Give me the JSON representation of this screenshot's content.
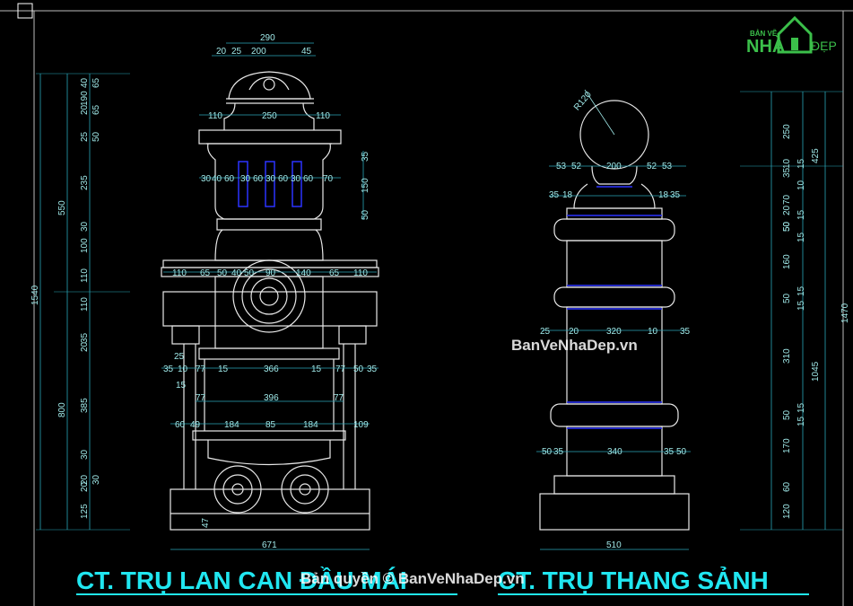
{
  "drawing": {
    "left_title": "CT. TRỤ LAN CAN ĐẦU MÁI",
    "right_title": "CT. TRỤ THANG SẢNH",
    "watermark_center": "BanVeNhaDep.vn",
    "watermark_bottom": "Bản quyền © BanVeNhaDep.vn",
    "logo_top": "BẢN VẼ",
    "logo_nhi": "NHÀ",
    "logo_dep": "ĐẸP"
  },
  "left_post": {
    "top_dims": [
      "290",
      "20",
      "25",
      "200",
      "45"
    ],
    "row_110_250": [
      "110",
      "250",
      "110"
    ],
    "row_30_60": [
      "30",
      "40",
      "60",
      "30",
      "60",
      "30",
      "60",
      "30",
      "60",
      "70"
    ],
    "row_mid": [
      "110",
      "65",
      "50",
      "40",
      "50",
      "90",
      "140",
      "65",
      "110"
    ],
    "row_lower": [
      "35",
      "10",
      "77",
      "15",
      "366",
      "15",
      "77",
      "50",
      "35"
    ],
    "row_25": [
      "25",
      "15"
    ],
    "row_396": [
      "77",
      "396",
      "77"
    ],
    "row_base": [
      "60",
      "49",
      "184",
      "85",
      "184",
      "109"
    ],
    "dim_47": "47",
    "bottom_total": "671",
    "right_dims": [
      "35",
      "150",
      "50"
    ],
    "left_total": "1540",
    "left_groups": [
      "550",
      "800"
    ],
    "left_inner": [
      "190",
      "40",
      "65",
      "20",
      "65",
      "25",
      "50",
      "235",
      "30",
      "100",
      "110",
      "110",
      "35",
      "20",
      "385",
      "30",
      "20",
      "30",
      "20",
      "125"
    ]
  },
  "right_post": {
    "radius": "R120",
    "top_row": [
      "53",
      "52",
      "200",
      "52",
      "53"
    ],
    "row_35_18": [
      "35",
      "18",
      "18",
      "35"
    ],
    "mid_row": [
      "25",
      "20",
      "320",
      "10",
      "35"
    ],
    "base_row": [
      "50",
      "35",
      "340",
      "35",
      "50"
    ],
    "bottom_total": "510",
    "right_total": "1470",
    "right_groups": [
      "425",
      "1045"
    ],
    "right_inner": [
      "250",
      "35",
      "10",
      "50",
      "20",
      "70",
      "50",
      "160",
      "50",
      "310",
      "50",
      "170",
      "60",
      "120"
    ],
    "right_inner2": [
      "15",
      "10",
      "15",
      "15",
      "15",
      "15",
      "15",
      "15"
    ]
  }
}
